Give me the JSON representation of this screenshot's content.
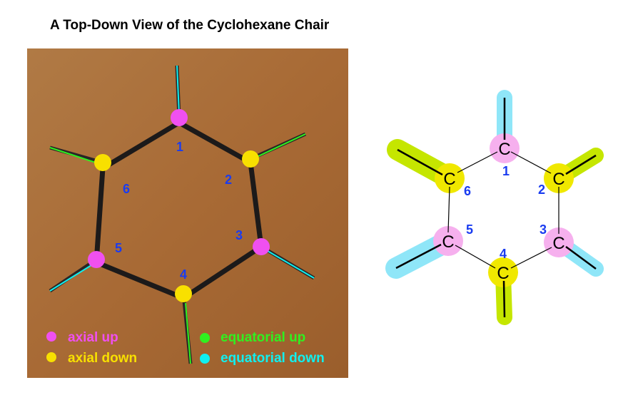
{
  "title": "A Top-Down View of the Cyclohexane Chair",
  "atom_symbol": "C",
  "carbon_numbers": [
    "1",
    "2",
    "3",
    "4",
    "5",
    "6"
  ],
  "legend": [
    {
      "label": "axial up",
      "color": "#f050f0"
    },
    {
      "label": "axial down",
      "color": "#f8e000"
    },
    {
      "label": "equatorial up",
      "color": "#30f020"
    },
    {
      "label": "equatorial down",
      "color": "#10f0f0"
    }
  ],
  "highlight_colors": {
    "cyan": "#8fe6f8",
    "lime": "#c5e600",
    "pink": "#f6b0ee",
    "yellow": "#f0e800"
  }
}
